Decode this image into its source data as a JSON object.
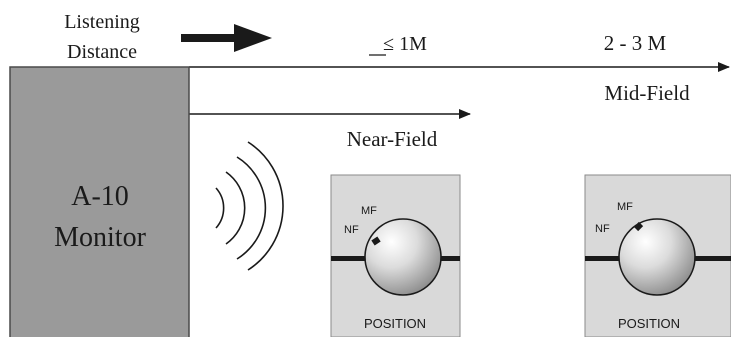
{
  "labels": {
    "listening_line1": "Listening",
    "listening_line2": "Distance",
    "near_distance": "≤ 1M",
    "mid_distance": "2 - 3 M",
    "mid_field": "Mid-Field",
    "near_field": "Near-Field"
  },
  "monitor": {
    "line1": "A-10",
    "line2": "Monitor"
  },
  "knobs": [
    {
      "label_nf": "NF",
      "label_mf": "MF",
      "caption": "POSITION",
      "setting": "NF"
    },
    {
      "label_nf": "NF",
      "label_mf": "MF",
      "caption": "POSITION",
      "setting": "MF"
    }
  ],
  "colors": {
    "monitor_fill": "#9a9a9a",
    "panel_fill": "#d9d9d9",
    "line": "#1a1a1a"
  }
}
